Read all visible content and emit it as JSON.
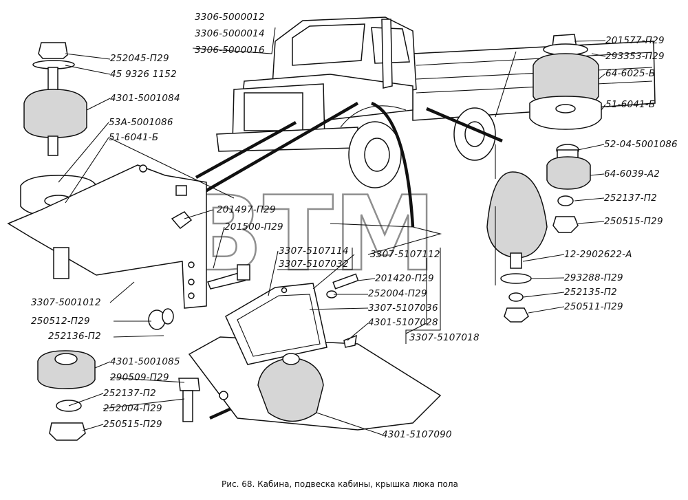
{
  "figure": {
    "caption": "Рис. 68. Кабина, подвеска кабины, крышка люка пола",
    "watermark": "BTM",
    "watermark_mark": "®"
  },
  "labels": {
    "l1": "3306-5000012",
    "l2": "3306-5000014",
    "l3": "3306-5000016",
    "l4": "252045-П29",
    "l5": "45 9326 1152",
    "l6": "4301-5001084",
    "l7": "53А-5001086",
    "l8": "51-6041-Б",
    "l9": "201497-П29",
    "l10": "201500-П29",
    "l11": "3307-5107114",
    "l12": "3307-5107032",
    "l13": "3307-5107112",
    "l14": "201420-П29",
    "l15": "252004-П29",
    "l16": "3307-5107036",
    "l17": "4301-5107028",
    "l18": "3307-5107018",
    "l19": "3307-5001012",
    "l20": "250512-П29",
    "l21": "252136-П2",
    "l22": "4301-5001085",
    "l23": "290509-П29",
    "l24": "252137-П2",
    "l25": "252004-П29",
    "l26": "250515-П29",
    "l27": "4301-5107090",
    "r1": "201577-П29",
    "r2": "293353-П29",
    "r3": "64-6025-В",
    "r4": "51-6041-Б",
    "r5": "52-04-5001086",
    "r6": "64-6039-А2",
    "r7": "252137-П2",
    "r8": "250515-П29",
    "r9": "12-2902622-А",
    "r10": "293288-П29",
    "r11": "252135-П2",
    "r12": "250511-П29"
  }
}
